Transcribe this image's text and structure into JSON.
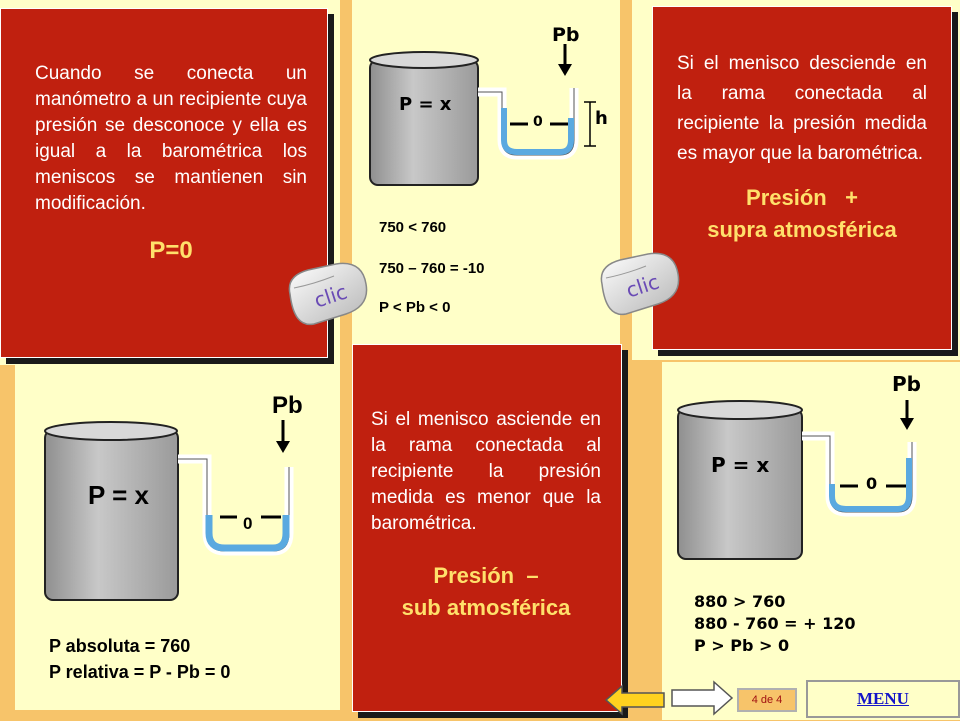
{
  "colors": {
    "background": "#f7c46a",
    "pane": "#ffffc8",
    "card": "#c0200f",
    "highlight": "#ffe06b",
    "water": "#5aa9e0",
    "tank": "#a9a9a9"
  },
  "card_equal": {
    "text": "Cuando se conecta un manómetro a un recipiente cuya presión se desconoce y ella es igual a la barométrica los meniscos se mantienen sin modificación.",
    "result": "P=0"
  },
  "card_supra": {
    "text": "Si el menisco desciende en la rama conectada al recipiente la presión medida es mayor que la barométrica.",
    "result_line1": "Presión   +",
    "result_line2": "supra atmosférica"
  },
  "card_sub": {
    "text": "Si el menisco asciende en la rama conectada al recipiente la presión medida es menor que la barométrica.",
    "result_line1": "Presión  –",
    "result_line2": "sub atmosférica"
  },
  "diagram_sub": {
    "tank_label": "P = x",
    "pb_label": "Pb",
    "zero_label": "0",
    "h_label": "h",
    "lines": [
      "750 < 760",
      "750 – 760 = -10",
      "P < Pb < 0"
    ]
  },
  "diagram_equal": {
    "tank_label": "P = x",
    "pb_label": "Pb",
    "zero_label": "0",
    "lines": [
      "P absoluta = 760",
      "P relativa = P - Pb = 0"
    ]
  },
  "diagram_supra": {
    "tank_label": "P = x",
    "pb_label": "Pb",
    "zero_label": "0",
    "lines": [
      "880 > 760",
      "880 - 760 = + 120",
      "P > Pb > 0"
    ]
  },
  "clic_label": "clic",
  "nav": {
    "page_indicator": "4 de 4",
    "menu_label": "MENU"
  }
}
